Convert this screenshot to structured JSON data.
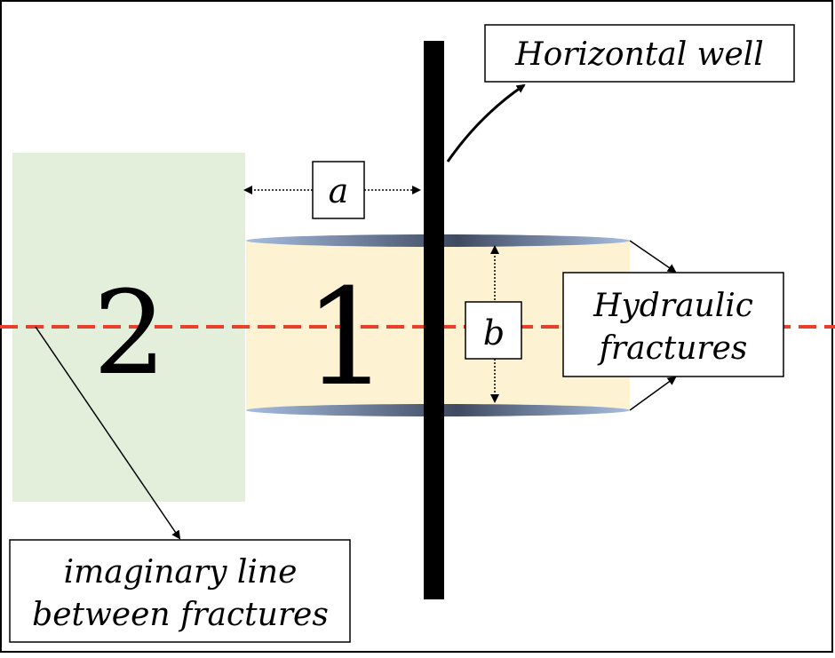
{
  "labels": {
    "horizontal_well": "Horizontal well",
    "hydraulic_fractures_line1": "Hydraulic",
    "hydraulic_fractures_line2": "fractures",
    "imaginary_line_line1": "imaginary line",
    "imaginary_line_line2": "between fractures",
    "a": "a",
    "b": "b",
    "region_1": "1",
    "region_2": "2"
  },
  "colors": {
    "region_1_fill": "#fdf3d2",
    "region_2_fill": "#e3efdb",
    "fracture_blue": "#8fa8d4",
    "fracture_dark": "#4a5a78",
    "dashed_line": "#e8402a",
    "well": "#000000"
  }
}
